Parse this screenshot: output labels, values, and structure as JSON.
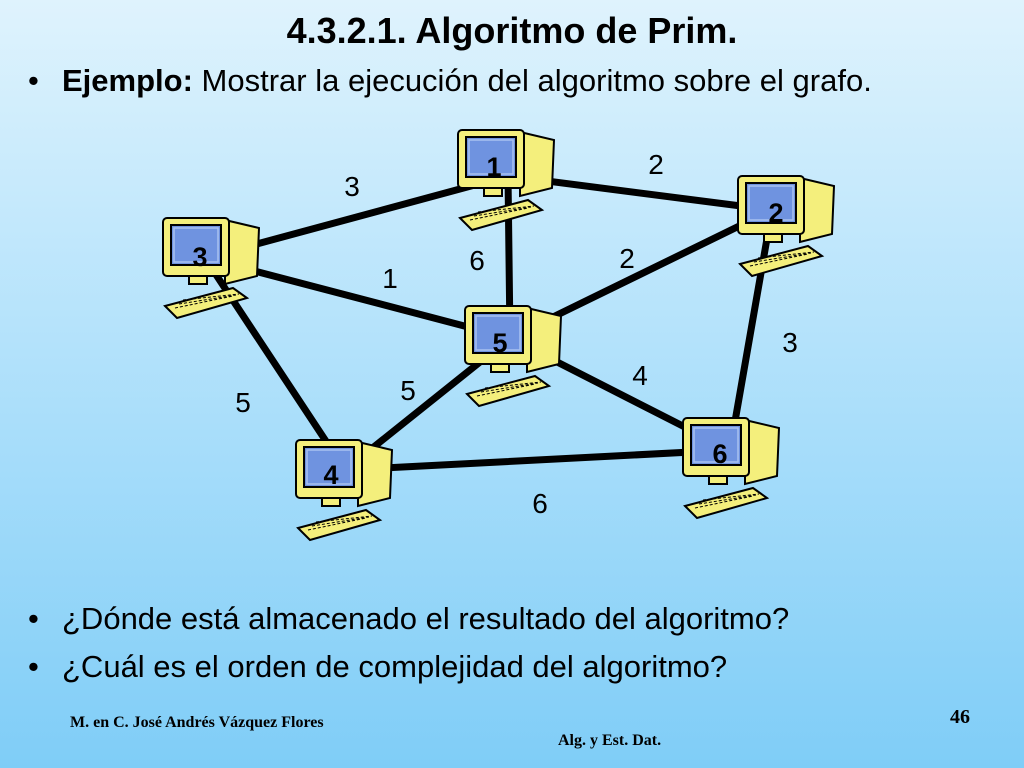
{
  "slide": {
    "title": "4.3.2.1. Algoritmo de Prim.",
    "bullet_char": "•",
    "example_label": "Ejemplo:",
    "example_text": "Mostrar la ejecución del algoritmo sobre el grafo.",
    "question_1": "¿Dónde está almacenado el resultado del algoritmo?",
    "question_2": "¿Cuál es el orden de complejidad del algoritmo?"
  },
  "graph": {
    "nodes": [
      "1",
      "2",
      "3",
      "4",
      "5",
      "6"
    ],
    "edges": [
      {
        "from": "1",
        "to": "2",
        "weight": "2"
      },
      {
        "from": "1",
        "to": "3",
        "weight": "3"
      },
      {
        "from": "1",
        "to": "5",
        "weight": "6"
      },
      {
        "from": "3",
        "to": "5",
        "weight": "1"
      },
      {
        "from": "2",
        "to": "5",
        "weight": "2"
      },
      {
        "from": "2",
        "to": "6",
        "weight": "3"
      },
      {
        "from": "5",
        "to": "6",
        "weight": "4"
      },
      {
        "from": "3",
        "to": "4",
        "weight": "5"
      },
      {
        "from": "4",
        "to": "5",
        "weight": "5"
      },
      {
        "from": "4",
        "to": "6",
        "weight": "6"
      }
    ],
    "colors": {
      "monitor_body": "#f4ef7c",
      "screen": "#6f93e0",
      "edge": "#000000"
    }
  },
  "footer": {
    "author": "M. en C. José Andrés Vázquez Flores",
    "course": "Alg. y Est. Dat.",
    "page": "46"
  }
}
